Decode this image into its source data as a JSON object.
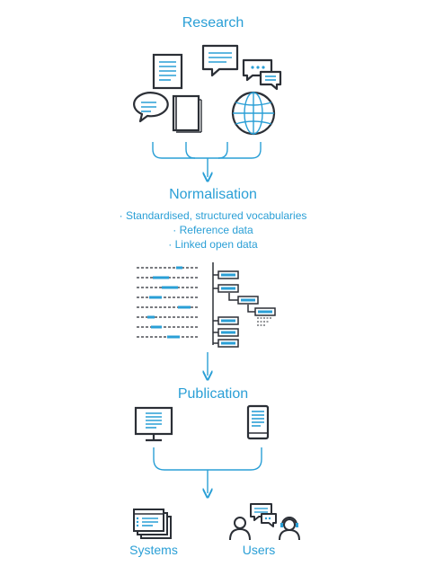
{
  "stages": {
    "research": {
      "title": "Research"
    },
    "normalisation": {
      "title": "Normalisation",
      "bullets": [
        "· Standardised, structured vocabularies",
        "· Reference data",
        "· Linked open data"
      ]
    },
    "publication": {
      "title": "Publication"
    }
  },
  "outputs": {
    "systems": "Systems",
    "users": "Users"
  },
  "icons": {
    "research": [
      "document-icon",
      "speech-bubble-icon",
      "chat-bubbles-icon",
      "speech-bubble-small-icon",
      "book-icon",
      "globe-icon"
    ],
    "normalisation": [
      "text-lines-icon",
      "tree-hierarchy-icon"
    ],
    "publication": [
      "desktop-monitor-icon",
      "tablet-icon"
    ],
    "outputs": [
      "stacked-windows-icon",
      "user-icon",
      "user-headset-icon",
      "chat-bubbles-icon"
    ]
  },
  "colors": {
    "accent": "#2a9fd6",
    "ink": "#2b2f36"
  }
}
